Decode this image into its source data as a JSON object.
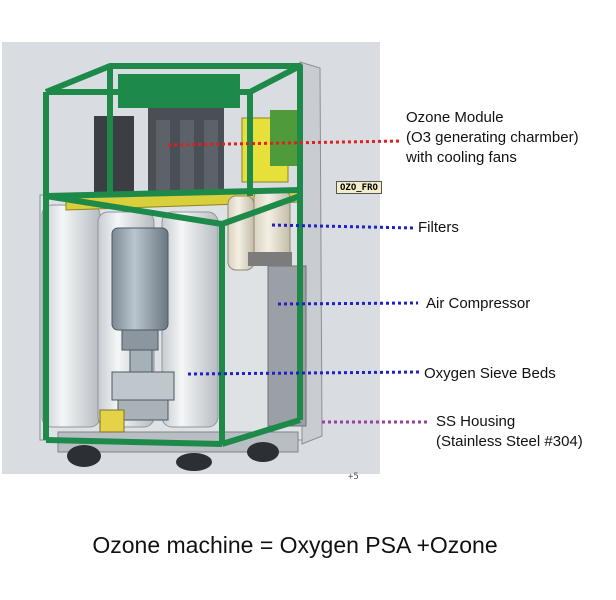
{
  "labels": {
    "ozone_module_line1": "Ozone Module",
    "ozone_module_line2": "(O3 generating charmber)",
    "ozone_module_line3": "with cooling fans",
    "filters": "Filters",
    "air_compressor": "Air Compressor",
    "oxygen_sieve_beds": "Oxygen Sieve  Beds",
    "ss_housing_line1": "SS Housing",
    "ss_housing_line2": "(Stainless Steel #304)"
  },
  "cad_tag": "OZO_FRO",
  "cad_corner": "+5",
  "caption": "Ozone machine = Oxygen PSA +Ozone",
  "colors": {
    "frame_green": "#1e8a4a",
    "leader_red": "#e02020",
    "leader_blue": "#2020c8",
    "leader_purple": "#9a3ea0",
    "cad_background": "#d9dde2"
  }
}
